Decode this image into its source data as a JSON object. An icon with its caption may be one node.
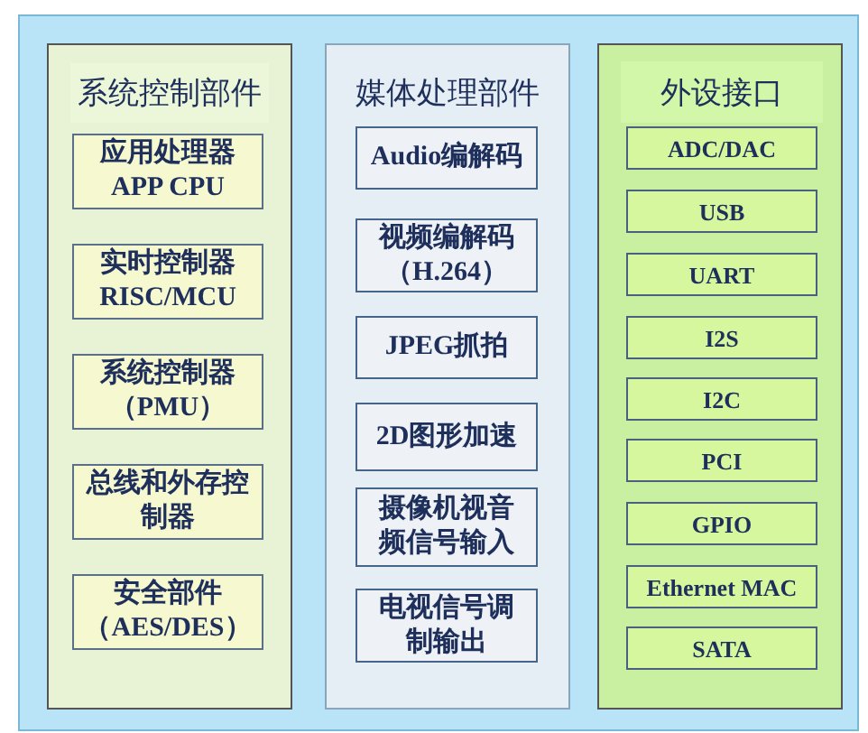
{
  "diagram": {
    "nodes": [
      {
        "text": [
          "系统控制部件"
        ]
      },
      {
        "text": [
          "应用处理器 APP CPU"
        ],
        "in": 0
      },
      {
        "text": [
          "实时控制器 RISC/MCU"
        ],
        "in": 0
      },
      {
        "text": [
          "系统控制器（PMU）"
        ],
        "in": 0
      },
      {
        "text": [
          "总线和外存控制器"
        ],
        "in": 0
      },
      {
        "text": [
          "安全部件（AES/DES）"
        ],
        "in": 0
      },
      {
        "text": [
          "媒体处理部件"
        ]
      },
      {
        "text": [
          "Audio编解码"
        ],
        "in": 6
      },
      {
        "text": [
          "视频编解码（H.264）"
        ],
        "in": 6
      },
      {
        "text": [
          "JPEG抓拍"
        ],
        "in": 6
      },
      {
        "text": [
          "2D图形加速"
        ],
        "in": 6
      },
      {
        "text": [
          "摄像机视音频信号输入"
        ],
        "in": 6
      },
      {
        "text": [
          "电视信号调制输出"
        ],
        "in": 6
      },
      {
        "text": [
          "外设接口"
        ]
      },
      {
        "text": [
          "ADC/DAC"
        ],
        "in": 13
      },
      {
        "text": [
          "USB"
        ],
        "in": 13
      },
      {
        "text": [
          "UART"
        ],
        "in": 13
      },
      {
        "text": [
          "I2S"
        ],
        "in": 13
      },
      {
        "text": [
          "I2C"
        ],
        "in": 13
      },
      {
        "text": [
          "PCI"
        ],
        "in": 13
      },
      {
        "text": [
          "GPIO"
        ],
        "in": 13
      },
      {
        "text": [
          "Ethernet MAC"
        ],
        "in": 13
      },
      {
        "text": [
          "SATA"
        ],
        "in": 13
      }
    ]
  }
}
